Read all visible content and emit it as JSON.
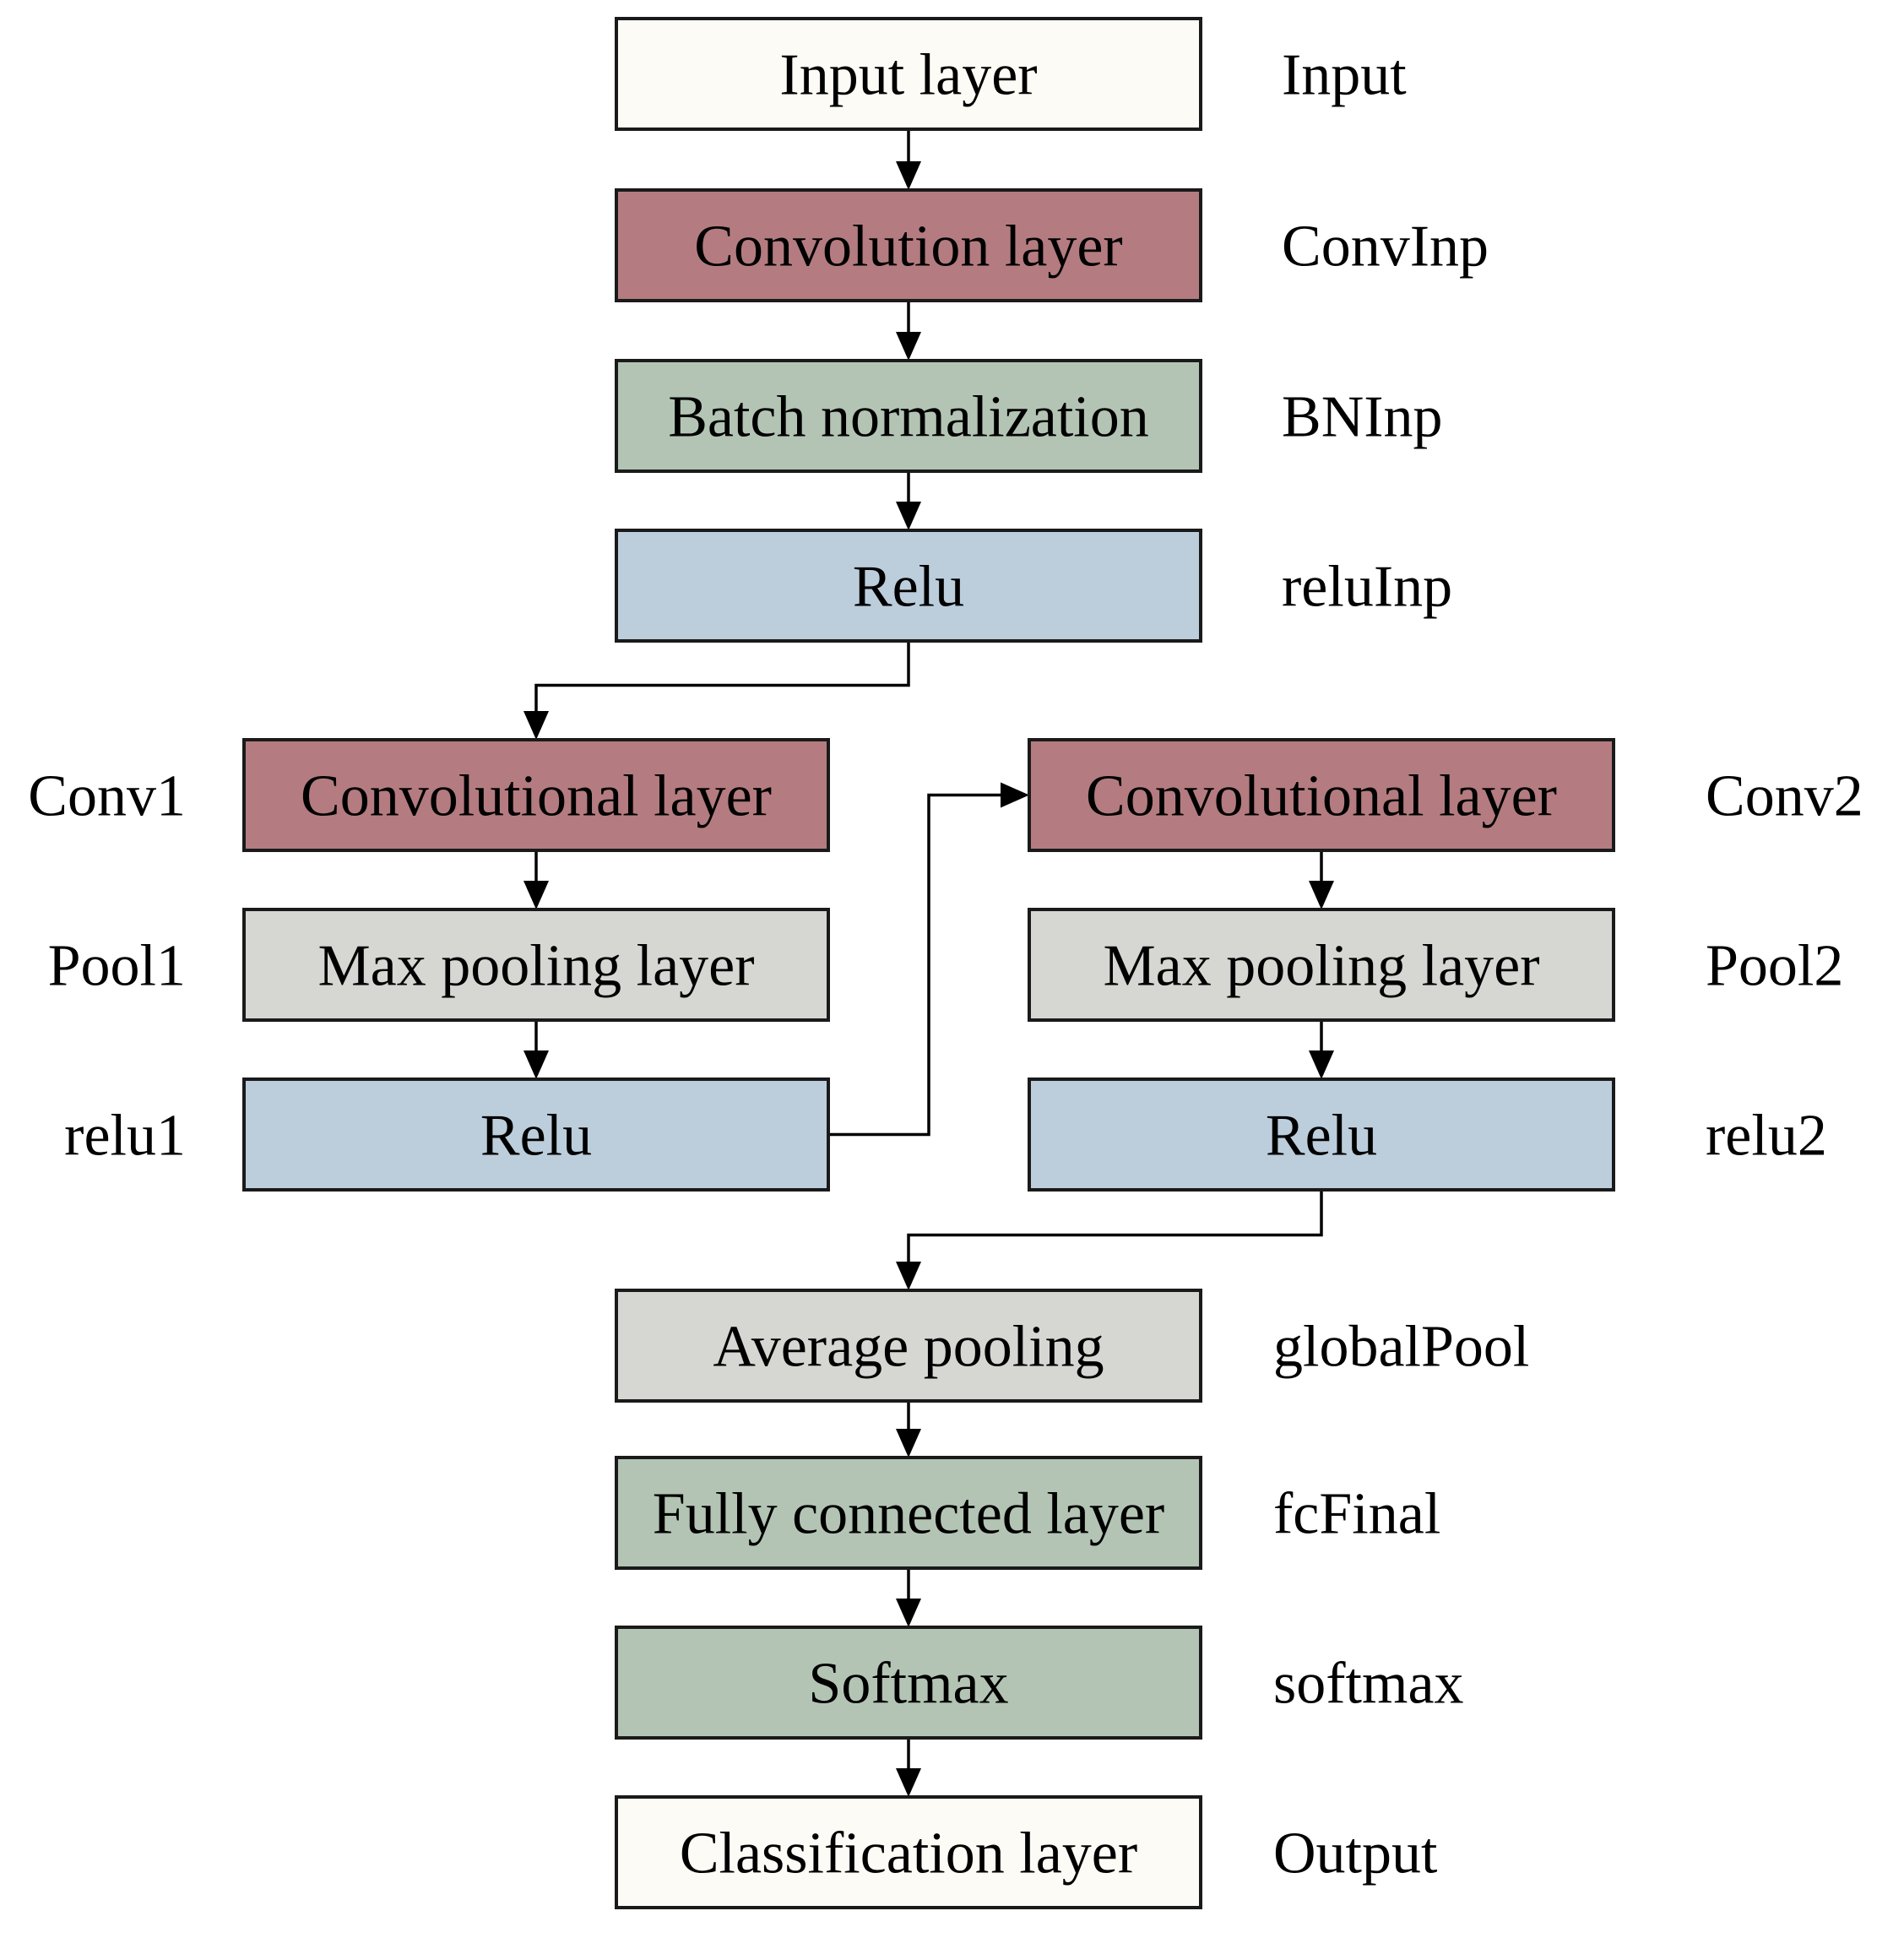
{
  "colors": {
    "input": "#fdfbf6",
    "conv": "#b47c80",
    "bn": "#b3c4b4",
    "relu": "#bccddc",
    "pool": "#d6d6d3",
    "fc": "#b3c4b4"
  },
  "layers": [
    {
      "id": "input",
      "label": "Input layer",
      "name": "Input",
      "color": "input"
    },
    {
      "id": "convinp",
      "label": "Convolution layer",
      "name": "ConvInp",
      "color": "conv"
    },
    {
      "id": "bninp",
      "label": "Batch normalization",
      "name": "BNInp",
      "color": "bn"
    },
    {
      "id": "reluinp",
      "label": "Relu",
      "name": "reluInp",
      "color": "relu"
    },
    {
      "id": "conv1",
      "label": "Convolutional layer",
      "name": "Conv1",
      "color": "conv"
    },
    {
      "id": "pool1",
      "label": "Max pooling layer",
      "name": "Pool1",
      "color": "pool"
    },
    {
      "id": "relu1",
      "label": "Relu",
      "name": "relu1",
      "color": "relu"
    },
    {
      "id": "conv2",
      "label": "Convolutional layer",
      "name": "Conv2",
      "color": "conv"
    },
    {
      "id": "pool2",
      "label": "Max pooling layer",
      "name": "Pool2",
      "color": "pool"
    },
    {
      "id": "relu2",
      "label": "Relu",
      "name": "relu2",
      "color": "relu"
    },
    {
      "id": "globalpool",
      "label": "Average pooling",
      "name": "globalPool",
      "color": "pool"
    },
    {
      "id": "fcfinal",
      "label": "Fully connected layer",
      "name": "fcFinal",
      "color": "fc"
    },
    {
      "id": "softmax",
      "label": "Softmax",
      "name": "softmax",
      "color": "fc"
    },
    {
      "id": "output",
      "label": "Classification layer",
      "name": "Output",
      "color": "input"
    }
  ],
  "edges": [
    [
      "input",
      "convinp"
    ],
    [
      "convinp",
      "bninp"
    ],
    [
      "bninp",
      "reluinp"
    ],
    [
      "reluinp",
      "conv1"
    ],
    [
      "conv1",
      "pool1"
    ],
    [
      "pool1",
      "relu1"
    ],
    [
      "relu1",
      "conv2"
    ],
    [
      "conv2",
      "pool2"
    ],
    [
      "pool2",
      "relu2"
    ],
    [
      "relu2",
      "globalpool"
    ],
    [
      "globalpool",
      "fcfinal"
    ],
    [
      "fcfinal",
      "softmax"
    ],
    [
      "softmax",
      "output"
    ]
  ]
}
